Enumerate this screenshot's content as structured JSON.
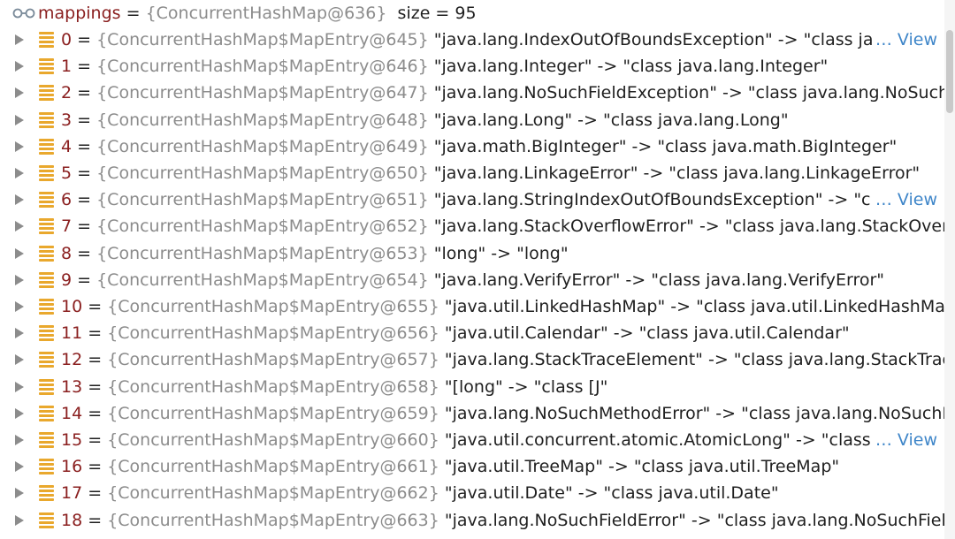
{
  "header": {
    "icon": "watch-glasses-icon",
    "var_name": "mappings",
    "eq": " = ",
    "obj_ref": "{ConcurrentHashMap@636}",
    "size_text": "size = 95"
  },
  "colors": {
    "index": "#8a1f1f",
    "object_ref": "#8c8c8c",
    "field_icon": "#e9a82d",
    "view_link": "#3f86c9"
  },
  "entries": [
    {
      "index": "0",
      "ref": "{ConcurrentHashMap$MapEntry@645}",
      "value": "\"java.lang.IndexOutOfBoundsException\" -> \"class java.l",
      "view": "View"
    },
    {
      "index": "1",
      "ref": "{ConcurrentHashMap$MapEntry@646}",
      "value": "\"java.lang.Integer\" -> \"class java.lang.Integer\"",
      "view": ""
    },
    {
      "index": "2",
      "ref": "{ConcurrentHashMap$MapEntry@647}",
      "value": "\"java.lang.NoSuchFieldException\" -> \"class java.lang.NoSuchFie",
      "view": ""
    },
    {
      "index": "3",
      "ref": "{ConcurrentHashMap$MapEntry@648}",
      "value": "\"java.lang.Long\" -> \"class java.lang.Long\"",
      "view": ""
    },
    {
      "index": "4",
      "ref": "{ConcurrentHashMap$MapEntry@649}",
      "value": "\"java.math.BigInteger\" -> \"class java.math.BigInteger\"",
      "view": ""
    },
    {
      "index": "5",
      "ref": "{ConcurrentHashMap$MapEntry@650}",
      "value": "\"java.lang.LinkageError\" -> \"class java.lang.LinkageError\"",
      "view": ""
    },
    {
      "index": "6",
      "ref": "{ConcurrentHashMap$MapEntry@651}",
      "value": "\"java.lang.StringIndexOutOfBoundsException\" -> \"class",
      "view": "View"
    },
    {
      "index": "7",
      "ref": "{ConcurrentHashMap$MapEntry@652}",
      "value": "\"java.lang.StackOverflowError\" -> \"class java.lang.StackOverflo",
      "view": ""
    },
    {
      "index": "8",
      "ref": "{ConcurrentHashMap$MapEntry@653}",
      "value": "\"long\" -> \"long\"",
      "view": ""
    },
    {
      "index": "9",
      "ref": "{ConcurrentHashMap$MapEntry@654}",
      "value": "\"java.lang.VerifyError\" -> \"class java.lang.VerifyError\"",
      "view": ""
    },
    {
      "index": "10",
      "ref": "{ConcurrentHashMap$MapEntry@655}",
      "value": "\"java.util.LinkedHashMap\" -> \"class java.util.LinkedHashMap\"",
      "view": ""
    },
    {
      "index": "11",
      "ref": "{ConcurrentHashMap$MapEntry@656}",
      "value": "\"java.util.Calendar\" -> \"class java.util.Calendar\"",
      "view": ""
    },
    {
      "index": "12",
      "ref": "{ConcurrentHashMap$MapEntry@657}",
      "value": "\"java.lang.StackTraceElement\" -> \"class java.lang.StackTraceE",
      "view": ""
    },
    {
      "index": "13",
      "ref": "{ConcurrentHashMap$MapEntry@658}",
      "value": "\"[long\" -> \"class [J\"",
      "view": ""
    },
    {
      "index": "14",
      "ref": "{ConcurrentHashMap$MapEntry@659}",
      "value": "\"java.lang.NoSuchMethodError\" -> \"class java.lang.NoSuchMe",
      "view": ""
    },
    {
      "index": "15",
      "ref": "{ConcurrentHashMap$MapEntry@660}",
      "value": "\"java.util.concurrent.atomic.AtomicLong\" -> \"class java",
      "view": "View"
    },
    {
      "index": "16",
      "ref": "{ConcurrentHashMap$MapEntry@661}",
      "value": "\"java.util.TreeMap\" -> \"class java.util.TreeMap\"",
      "view": ""
    },
    {
      "index": "17",
      "ref": "{ConcurrentHashMap$MapEntry@662}",
      "value": "\"java.util.Date\" -> \"class java.util.Date\"",
      "view": ""
    },
    {
      "index": "18",
      "ref": "{ConcurrentHashMap$MapEntry@663}",
      "value": "\"java.lang.NoSuchFieldError\" -> \"class java.lang.NoSuchFieldE",
      "view": ""
    }
  ]
}
